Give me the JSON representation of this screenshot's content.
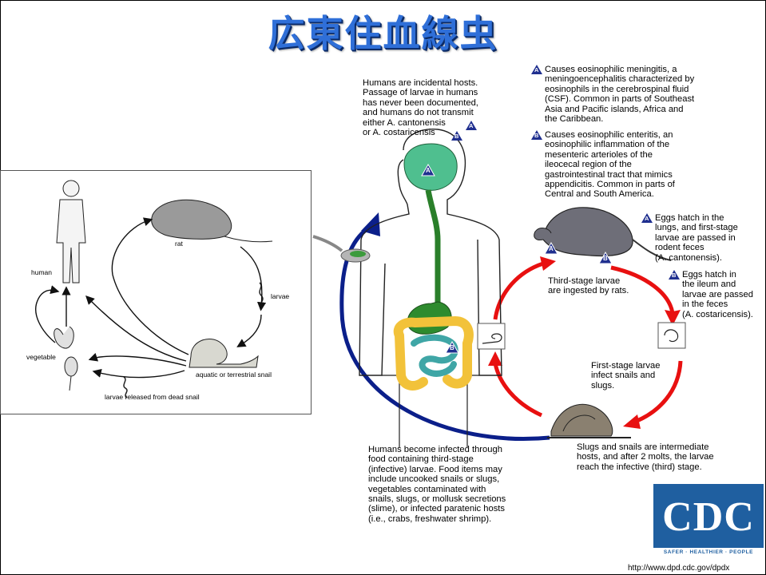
{
  "title": "広東住血線虫",
  "inset": {
    "labels": {
      "human": "human",
      "rat": "rat",
      "larvae": "larvae",
      "snail": "aquatic or terrestrial snail",
      "vegetable": "vegetable",
      "larvae_released": "larvae released from dead snail"
    }
  },
  "texts": {
    "humans_incidental": "Humans are incidental hosts.\nPassage of larvae in humans\nhas never been documented,\nand humans do not transmit\neither A. cantonensis\nor A. costaricensis",
    "note_a": "Causes eosinophilic meningitis, a\nmeningoencephalitis characterized by\neosinophils in the cerebrospinal fluid\n(CSF).  Common in parts of Southeast\nAsia and Pacific islands, Africa and\nthe Caribbean.",
    "note_b": "Causes eosinophilic enteritis, an\neosinophilic inflammation of the\nmesenteric arterioles of the\nileocecal region of the\ngastrointestinal tract that mimics\nappendicitis.  Common in parts of\nCentral and South America.",
    "eggs_lungs": "Eggs hatch in the\nlungs, and first-stage\nlarvae are passed in\nrodent feces\n(A. cantonensis).",
    "eggs_ileum": "Eggs hatch in\nthe ileum and\nlarvae are passed\nin the feces\n(A. costaricensis).",
    "third_stage": "Third-stage larvae\nare ingested by rats.",
    "first_stage": "First-stage larvae\ninfect snails and\nslugs.",
    "slugs": "Slugs and snails are intermediate\nhosts, and after 2 molts, the larvae\nreach the infective (third) stage.",
    "humans_infected": "Humans become infected through\nfood containing third-stage\n(infective) larvae.  Food items may\ninclude uncooked snails or slugs,\nvegetables contaminated with\nsnails, slugs, or mollusk secretions\n(slime), or infected paratenic hosts\n(i.e., crabs, freshwater shrimp)."
  },
  "badges": {
    "a": "A",
    "b": "B"
  },
  "cdc": {
    "logo": "CDC",
    "tagline": "SAFER · HEALTHIER · PEOPLE"
  },
  "url": "http://www.dpd.cdc.gov/dpdx",
  "colors": {
    "title": "#2f6fd8",
    "cycle_arrow": "#e81010",
    "human_arrow": "#0b1f8a",
    "brain": "#4fbf8f",
    "gut_yellow": "#f2c23a",
    "cdc": "#1f5fa0"
  }
}
